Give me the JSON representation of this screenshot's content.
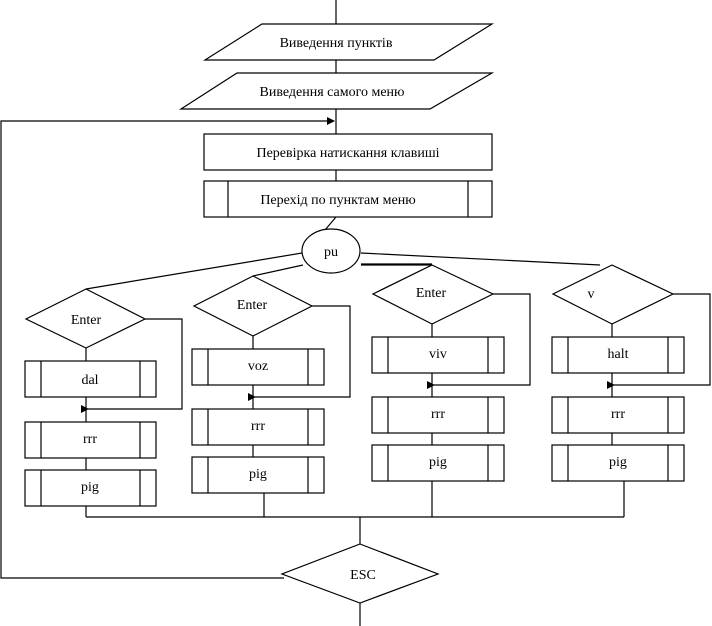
{
  "diagram": {
    "type": "flowchart",
    "colors": {
      "stroke": "#000000",
      "background": "#ffffff",
      "text": "#000000"
    },
    "io_blocks": [
      {
        "id": "output-items",
        "label": "Виведення пунктів"
      },
      {
        "id": "output-menu",
        "label": "Виведення самого меню"
      }
    ],
    "process": {
      "id": "check-key",
      "label": "Перевірка натискання клавиші"
    },
    "subprocess": {
      "id": "menu-navigation",
      "label": "Перехід по пунктам меню"
    },
    "connector": {
      "id": "pu",
      "label": "pu"
    },
    "branches": [
      {
        "condition": "Enter",
        "action": "dal",
        "steps": [
          "rrr",
          "pig"
        ]
      },
      {
        "condition": "Enter",
        "action": "voz",
        "steps": [
          "rrr",
          "pig"
        ]
      },
      {
        "condition": "Enter",
        "action": "viv",
        "steps": [
          "rrr",
          "pig"
        ]
      },
      {
        "condition": "v",
        "action": "halt",
        "steps": [
          "rrr",
          "pig"
        ]
      }
    ],
    "exit_decision": {
      "id": "esc",
      "label": "ESC"
    }
  }
}
